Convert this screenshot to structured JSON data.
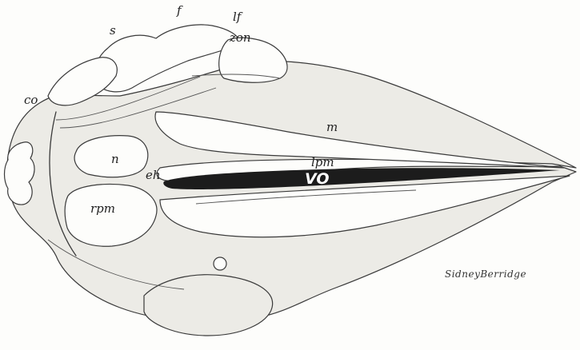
{
  "figure": {
    "labels": {
      "f": "f",
      "lf": "lf",
      "s": "s",
      "zon": "zon",
      "co": "co",
      "m": "m",
      "n": "n",
      "eh": "eh",
      "lpm": "lpm",
      "vo": "VO",
      "rpm": "rpm"
    },
    "signature": "SidneyBerridge"
  }
}
